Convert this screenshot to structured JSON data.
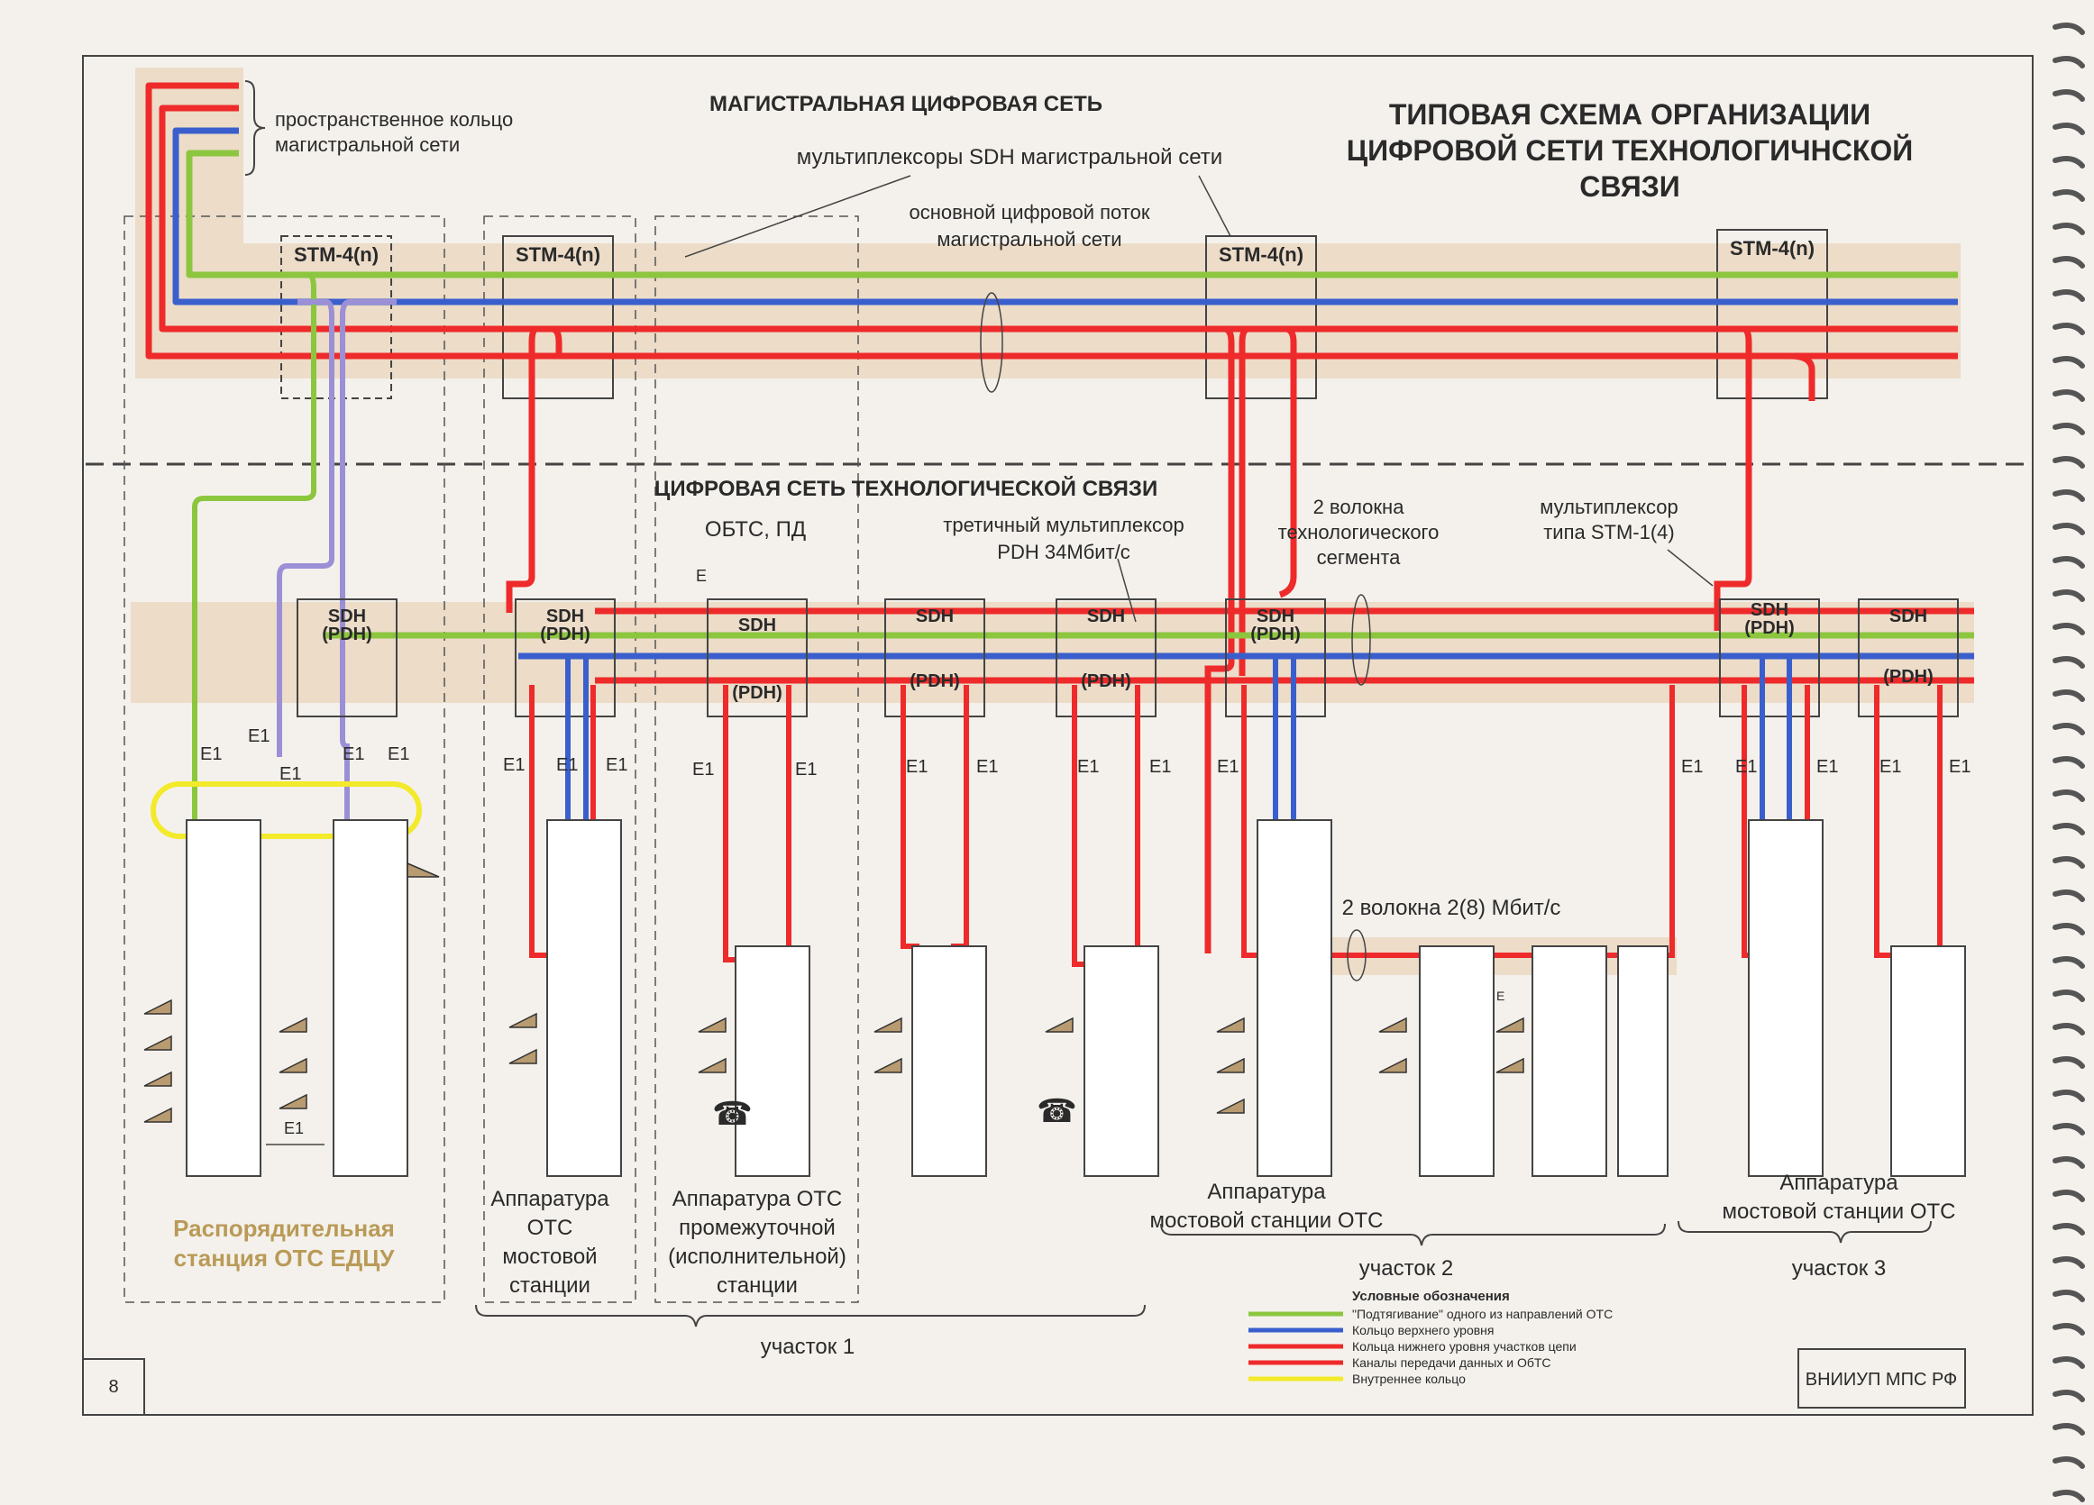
{
  "title": [
    "ТИПОВАЯ СХЕМА ОРГАНИЗАЦИИ",
    "ЦИФРОВОЙ СЕТИ ТЕХНОЛОГИЧНСКОЙ",
    "СВЯЗИ"
  ],
  "sections": {
    "backbone": "МАГИСТРАЛЬНАЯ ЦИФРОВАЯ СЕТЬ",
    "tech_network": "ЦИФРОВАЯ СЕТЬ ТЕХНОЛОГИЧЕСКОЙ СВЯЗИ"
  },
  "annotations": {
    "ring_line1": "пространственное кольцо",
    "ring_line2": "магистральной сети",
    "sdh_mux": "мультиплексоры SDH магистральной сети",
    "flow_line1": "основной цифровой поток",
    "flow_line2": "магистральной сети",
    "obts": "ОБТС, ПД",
    "pdh_line1": "третичный мультиплексор",
    "pdh_line2": "PDH 34Мбит/с",
    "fiber_line1": "2 волокна",
    "fiber_line2": "технологического",
    "fiber_line3": "сегмента",
    "stm1_line1": "мультиплексор",
    "stm1_line2": "типа STM-1(4)",
    "fiber2": "2 волокна 2(8) Мбит/с",
    "e_small": "E",
    "e1_small": "E"
  },
  "node_labels": {
    "stm": "STM-4(n)",
    "sdh": "SDH",
    "pdh": "(PDH)",
    "e1": "E1"
  },
  "stations": {
    "dispatch_line1": "Распорядительная",
    "dispatch_line2": "станция ОТС ЕДЦУ",
    "bridge1": [
      "Аппаратура",
      "ОТС",
      "мостовой",
      "станции"
    ],
    "intermediate": [
      "Аппаратура ОТС",
      "промежуточной",
      "(исполнительной)",
      "станции"
    ],
    "bridge2_line1": "Аппаратура",
    "bridge2_line2": "мостовой станции ОТС",
    "bridge3_line1": "Аппаратура",
    "bridge3_line2": "мостовой станции ОТС"
  },
  "sections_labels": {
    "s1": "участок 1",
    "s2": "участок 2",
    "s3": "участок 3"
  },
  "legend": {
    "title": "Условные обозначения",
    "items": [
      {
        "label": "\"Подтягивание\" одного из направлений ОТС",
        "color": "#8cc63f"
      },
      {
        "label": "Кольцо верхнего уровня",
        "color": "#3a5fcd"
      },
      {
        "label": "Кольца нижнего уровня участков цепи",
        "color": "#ee2a2a"
      },
      {
        "label": "Каналы передачи данных и ОбТС",
        "color": "#ee2a2a"
      },
      {
        "label": "Внутреннее кольцо",
        "color": "#f2ea2a"
      }
    ]
  },
  "footer": {
    "page_number": "8",
    "org": "ВНИИУП МПС РФ"
  },
  "colors": {
    "green": "#8cc63f",
    "blue": "#3a5fcd",
    "red": "#ee2a2a",
    "lilac": "#9b8fd6",
    "yellow": "#f2ea2a",
    "band": "#ead8c2",
    "gold_text": "#b99a57"
  }
}
